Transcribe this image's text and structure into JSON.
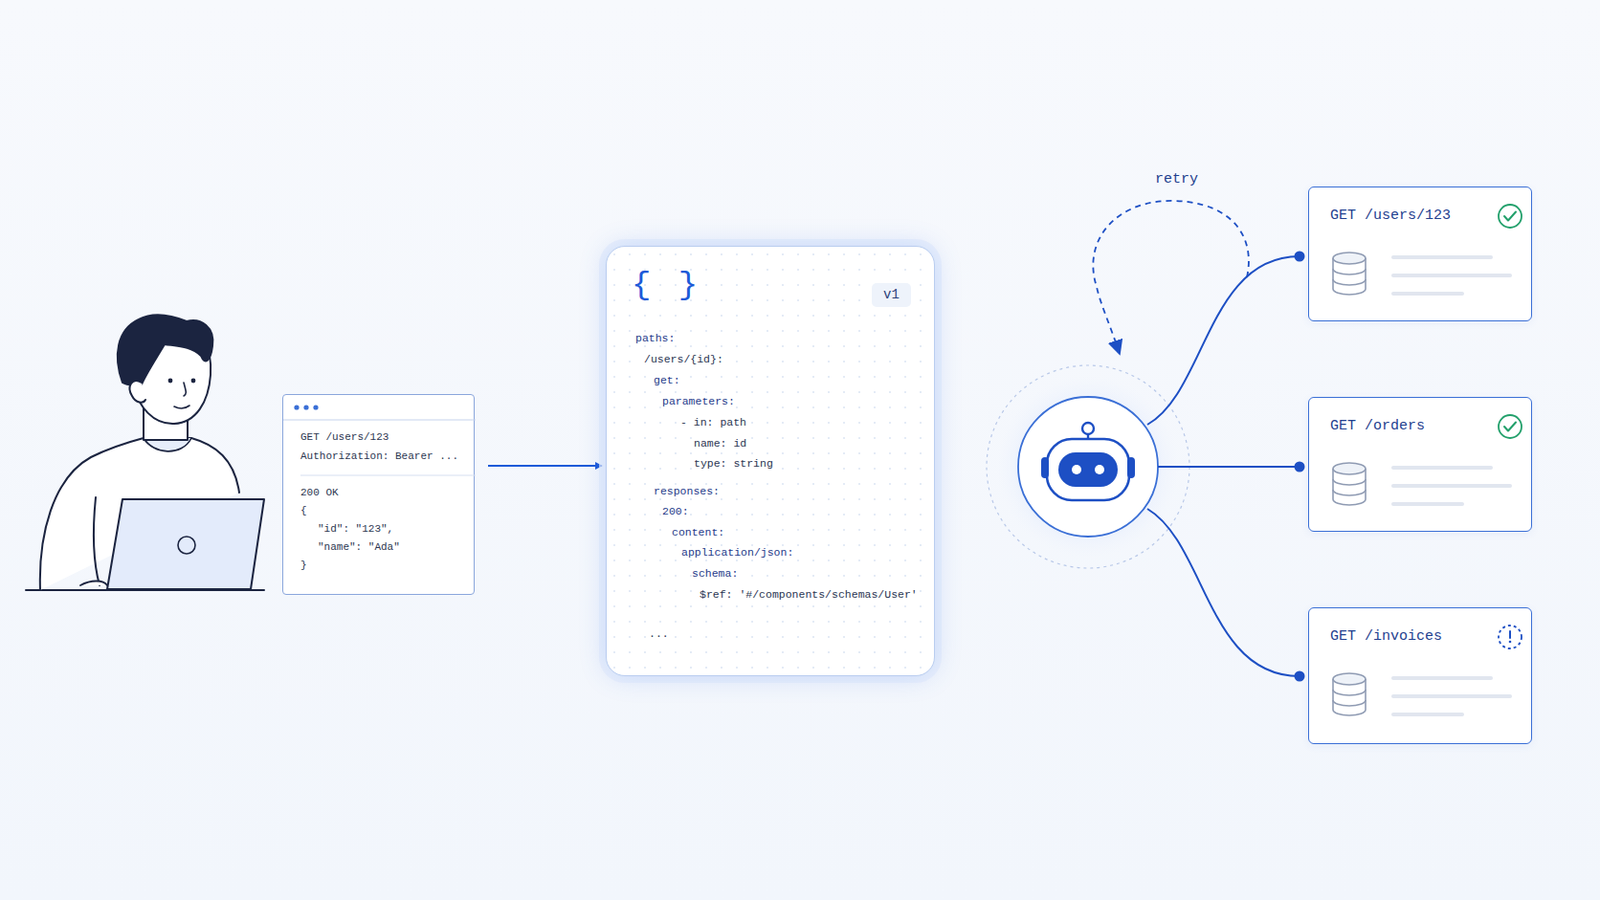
{
  "diagram": {
    "nodes": [
      {
        "text": [
          "GET /users/123",
          "Authorization: Bearer ...",
          "200 OK",
          "{",
          "\"id\": \"123\",",
          "\"name\": \"Ada\"",
          "}"
        ]
      },
      {
        "text": [
          "{ }",
          "v1",
          "paths:",
          "/users/{id}:",
          "get:",
          "parameters:",
          "- in: path",
          "name: id",
          "type: string",
          "responses:",
          "200:",
          "content:",
          "application/json:",
          "schema:",
          "$ref: '#/components/schemas/User'",
          "..."
        ]
      },
      {
        "text": [
          "GET /users/123"
        ]
      },
      {
        "text": [
          "GET /orders"
        ]
      },
      {
        "text": [
          "GET /invoices"
        ]
      }
    ],
    "edges": [
      {
        "from": 0,
        "to": 1,
        "arrow": "to"
      }
    ],
    "labels": [
      "retry"
    ]
  }
}
